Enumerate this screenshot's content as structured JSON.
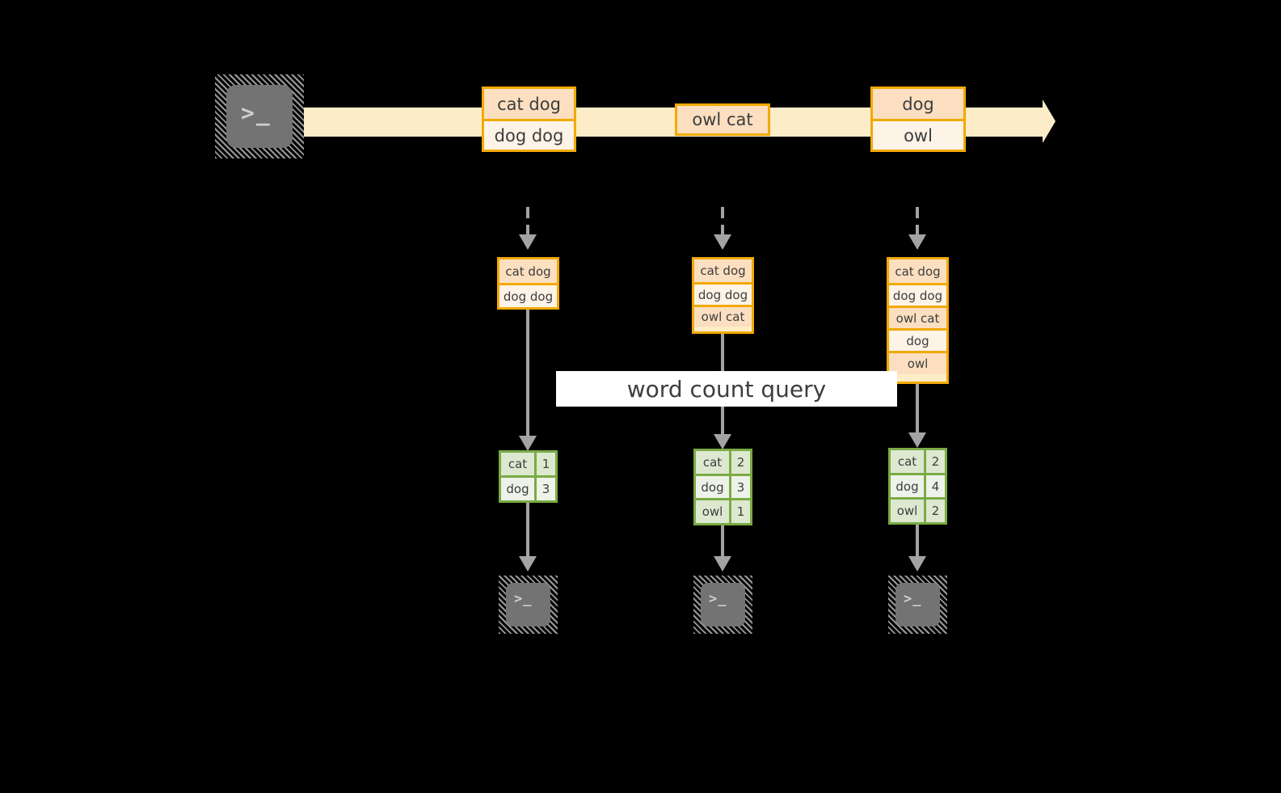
{
  "colors": {
    "stream_fill": "#fdecc8",
    "msg_border": "#f2a900",
    "msg_row_dark": "#fbdfc0",
    "msg_row_light": "#fdf3e7",
    "result_border": "#7aab43",
    "result_row_dark": "#dde8d1",
    "result_row_light": "#eef3e9",
    "connector": "#a3a3a3",
    "terminal_face": "#737373",
    "background": "#000000",
    "label_band": "#ffffff",
    "text": "#3d3d3d"
  },
  "producer": {
    "icon": "terminal-icon",
    "glyph": ">_"
  },
  "stream": {
    "name": "event-stream-arrow",
    "messages": [
      {
        "id": "msg-1",
        "lines": [
          "cat dog",
          "dog dog"
        ]
      },
      {
        "id": "msg-2",
        "lines": [
          "owl cat"
        ]
      },
      {
        "id": "msg-3",
        "lines": [
          "dog",
          "owl"
        ]
      }
    ]
  },
  "query_label": "word count query",
  "snapshots": [
    {
      "id": "snapshot-1",
      "lines": [
        "cat dog",
        "dog dog"
      ],
      "result": {
        "rows": [
          {
            "word": "cat",
            "count": "1"
          },
          {
            "word": "dog",
            "count": "3"
          }
        ]
      },
      "consumer": {
        "icon": "terminal-icon",
        "glyph": ">_"
      }
    },
    {
      "id": "snapshot-2",
      "lines": [
        "cat dog",
        "dog dog",
        "owl cat"
      ],
      "result": {
        "rows": [
          {
            "word": "cat",
            "count": "2"
          },
          {
            "word": "dog",
            "count": "3"
          },
          {
            "word": "owl",
            "count": "1"
          }
        ]
      },
      "consumer": {
        "icon": "terminal-icon",
        "glyph": ">_"
      }
    },
    {
      "id": "snapshot-3",
      "lines": [
        "cat dog",
        "dog dog",
        "owl cat",
        "dog",
        "owl"
      ],
      "result": {
        "rows": [
          {
            "word": "cat",
            "count": "2"
          },
          {
            "word": "dog",
            "count": "4"
          },
          {
            "word": "owl",
            "count": "2"
          }
        ]
      },
      "consumer": {
        "icon": "terminal-icon",
        "glyph": ">_"
      }
    }
  ]
}
